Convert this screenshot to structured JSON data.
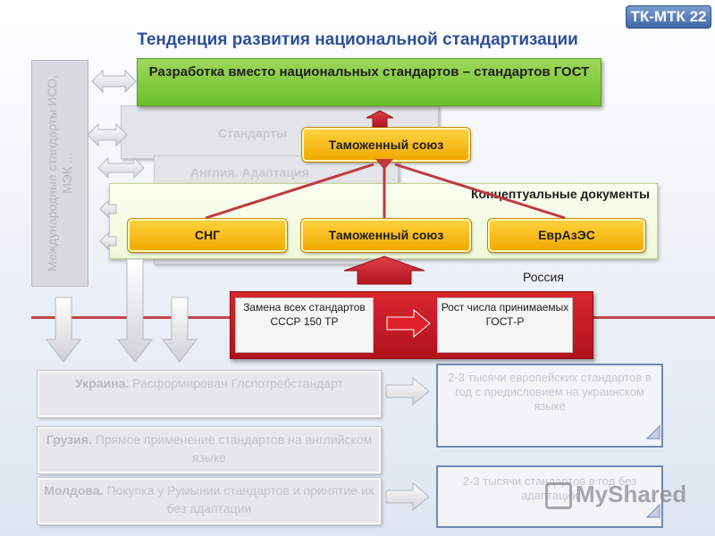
{
  "logo": "ТК-МТК 22",
  "title": "Тенденция развития национальной стандартизации",
  "international_standards": "Международные стандарты ИСО, МЭК ...",
  "gost_box": "Разработка вместо национальных стандартов – стандартов ГОСТ",
  "layer_standards": "Стандарты",
  "layer_england": "Англия. Адаптация",
  "customs_union_top": "Таможенный союз",
  "conceptual_docs": "Концептуальные документы",
  "orgs": [
    "СНГ",
    "Таможенный союз",
    "ЕврАзЭС"
  ],
  "russia": "Россия",
  "replacement": "Замена всех стандартов СССР 150 ТР",
  "growth": "Рост числа принимаемых ГОСТ-Р",
  "ukraine": {
    "country": "Украина.",
    "text": "Расформирован Глспотребстандарт"
  },
  "georgia": {
    "country": "Грузия.",
    "text": "Прямое применение стандартов на английском языке"
  },
  "moldova": {
    "country": "Молдова.",
    "text": "Покупка у Румынии стандартов и принятие их без адаптации"
  },
  "note_ukraine": "2-3 тысячи европейских стандартов в год с предисловием на украинском языке",
  "note_moldova": "2-3 тысячи стандартов в год без адаптации",
  "watermark": "MyShared",
  "colors": {
    "accent": "#2f4f9a",
    "green": "#7cc63a",
    "orange": "#f5b400",
    "red": "#c81e27"
  }
}
